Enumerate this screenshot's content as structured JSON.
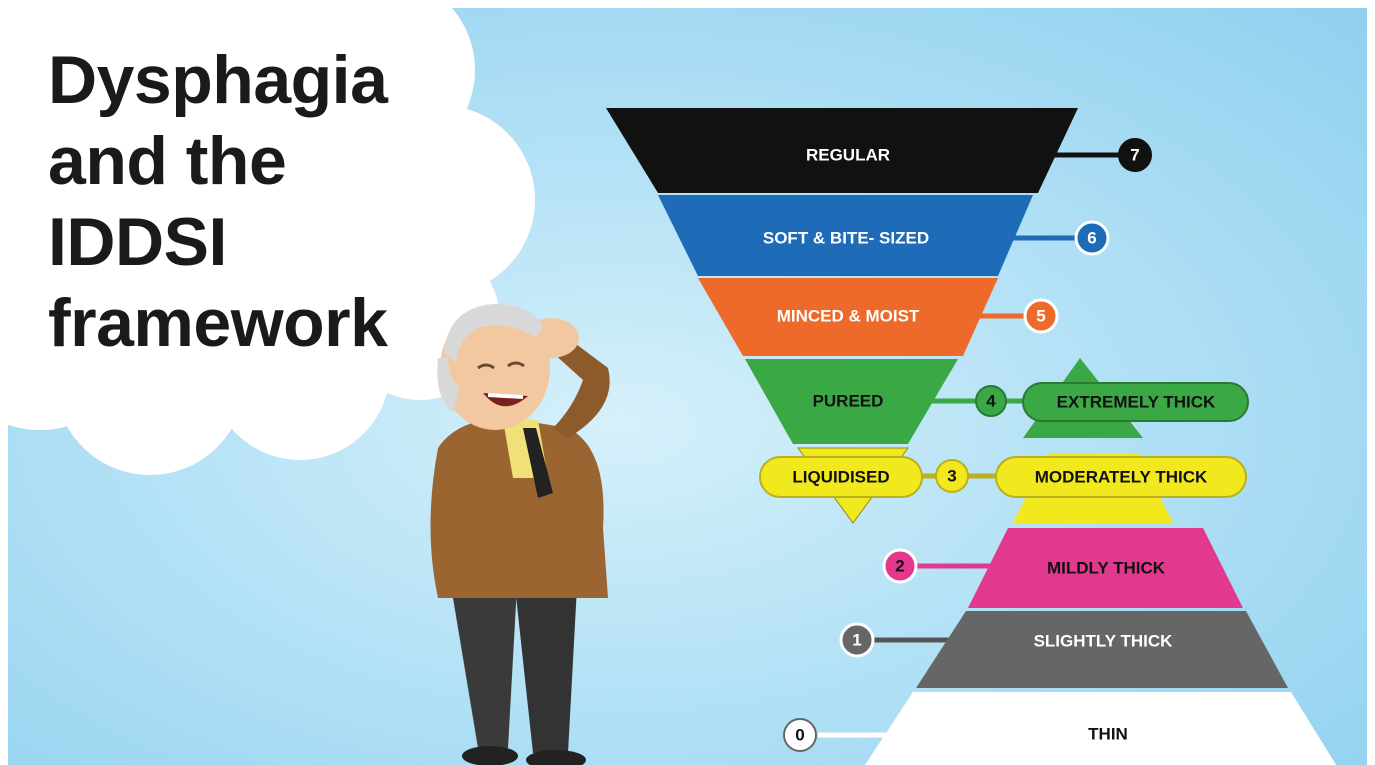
{
  "title": {
    "line1": "Dysphagia",
    "line2": "and the",
    "line3": "IDDSI",
    "line4": "framework"
  },
  "foods": [
    {
      "level": "7",
      "label": "REGULAR",
      "color": "#111111"
    },
    {
      "level": "6",
      "label": "SOFT & BITE- SIZED",
      "color": "#1e6bb8"
    },
    {
      "level": "5",
      "label": "MINCED & MOIST",
      "color": "#ee6a2a"
    },
    {
      "level": "4",
      "label": "PUREED",
      "color": "#3aa845"
    },
    {
      "level": "3",
      "label": "LIQUIDISED",
      "color": "#f2e81e"
    }
  ],
  "drinks": [
    {
      "level": "4",
      "label": "EXTREMELY THICK",
      "color": "#3aa845"
    },
    {
      "level": "3",
      "label": "MODERATELY THICK",
      "color": "#f2e81e"
    },
    {
      "level": "2",
      "label": "MILDLY THICK",
      "color": "#e2388d"
    },
    {
      "level": "1",
      "label": "SLIGHTLY THICK",
      "color": "#666666"
    },
    {
      "level": "0",
      "label": "THIN",
      "color": "#ffffff"
    }
  ]
}
